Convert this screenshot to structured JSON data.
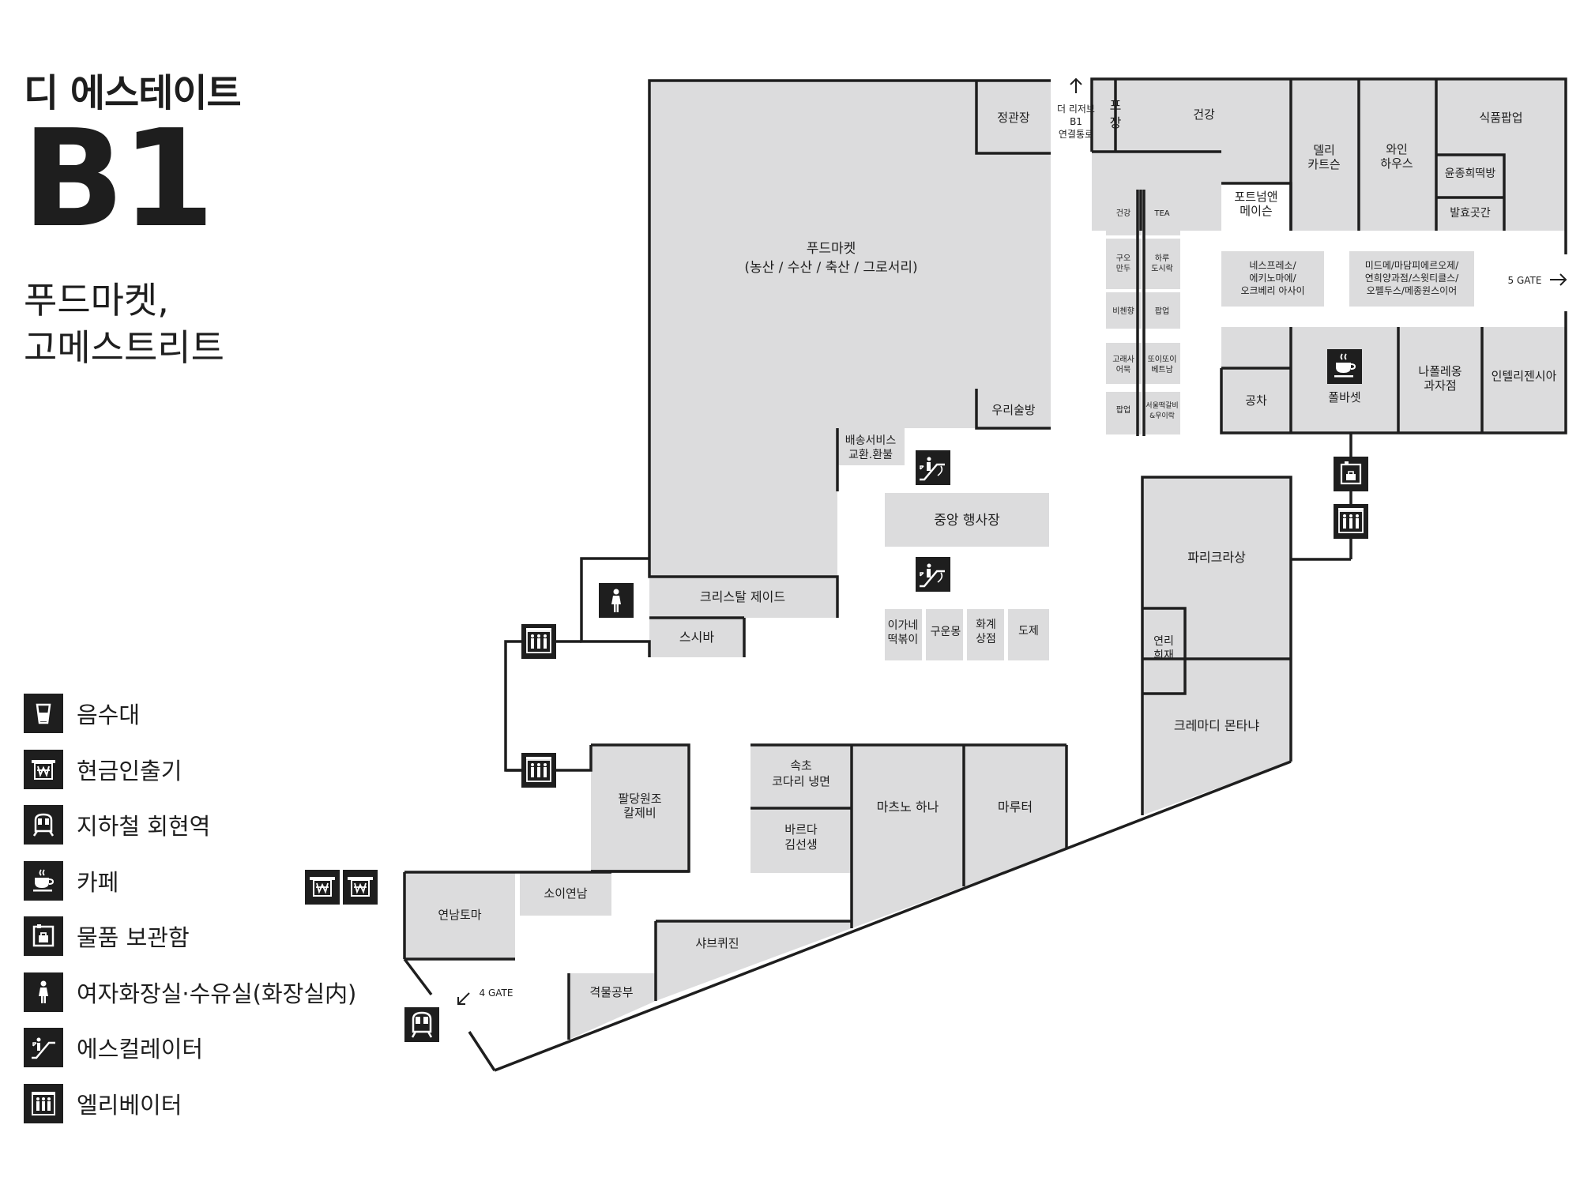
{
  "header": {
    "brand": "디 에스테이트",
    "floor": "B1",
    "subtitle_line1": "푸드마켓,",
    "subtitle_line2": "고메스트리트"
  },
  "legend": [
    {
      "icon": "water-cup-icon",
      "label": "음수대"
    },
    {
      "icon": "atm-icon",
      "label": "현금인출기"
    },
    {
      "icon": "subway-icon",
      "label": "지하철 회현역"
    },
    {
      "icon": "cafe-icon",
      "label": "카페"
    },
    {
      "icon": "locker-icon",
      "label": "물품 보관함"
    },
    {
      "icon": "female-restroom-icon",
      "label": "여자화장실·수유실(화장실内)"
    },
    {
      "icon": "escalator-icon",
      "label": "에스컬레이터"
    },
    {
      "icon": "elevator-icon",
      "label": "엘리베이터"
    }
  ],
  "colors": {
    "room": "#dcdcdd",
    "wall": "#1e1e1e",
    "icon_bg": "#1e1e1e",
    "background": "#ffffff"
  },
  "stores": {
    "jeonggwanjang": "정관장",
    "food_market_1": "푸드마켓",
    "food_market_2": "(농산 / 수산 / 축산 / 그로서리)",
    "woori_sulbang": "우리술방",
    "delivery_1": "배송서비스",
    "delivery_2": "교환.환불",
    "central_event": "중앙 행사장",
    "crystal_jade": "크리스탈 제이드",
    "sushi_bar": "스시바",
    "igane_1": "이가네",
    "igane_2": "떡볶이",
    "guunmong": "구운몽",
    "hwagye_1": "화계",
    "hwagye_2": "상점",
    "doje": "도제",
    "pojang_1": "포",
    "pojang_2": "장",
    "health_top": "건강",
    "deli_1": "델리",
    "deli_2": "카트슨",
    "wine_1": "와인",
    "wine_2": "하우스",
    "food_popup": "식품팝업",
    "yunjong": "윤종희떡방",
    "balhyo": "발효곳간",
    "fortnum_1": "포트넘앤",
    "fortnum_2": "메이슨",
    "k_health": "건강",
    "k_tea": "TEA",
    "k_guo_1": "구오",
    "k_guo_2": "만두",
    "k_haru_1": "하루",
    "k_haru_2": "도시락",
    "k_bichenghyang": "비첸향",
    "k_popup": "팝업",
    "k_gorae_1": "고래사",
    "k_gorae_2": "어묵",
    "k_ttoi_1": "또이또이",
    "k_ttoi_2": "베트남",
    "k_popup2": "팝업",
    "k_seoul_1": "서울떡갈비",
    "k_seoul_2": "&우이락",
    "nespresso_1": "네스프레소/",
    "nespresso_2": "에키노마에/",
    "nespresso_3": "오크베리 아사이",
    "midome_1": "미드메/마담피에르오제/",
    "midome_2": "연희양과점/스윗티클스/",
    "midome_3": "오펠두스/메종원스이어",
    "gongcha": "공차",
    "paul_bassett": "폴바셋",
    "napoleon_1": "나폴레옹",
    "napoleon_2": "과자점",
    "intelligentsia": "인텔리젠시아",
    "paris_croissant": "파리크라상",
    "yeonri_1": "연리",
    "yeonri_2": "희재",
    "cremadi": "크레마디 몬타냐",
    "paldang_1": "팔당원조",
    "paldang_2": "칼제비",
    "sokcho_1": "속초",
    "sokcho_2": "코다리 냉면",
    "bareuda_1": "바르다",
    "bareuda_2": "김선생",
    "matsuno": "마츠노 하나",
    "maruter": "마루터",
    "soi": "소이연남",
    "yeonnam": "연남토마",
    "shabu": "샤브퀴진",
    "gyeokmul": "격물공부"
  },
  "nav": {
    "reserve_1": "더 리저브",
    "reserve_2": "B1",
    "reserve_3": "연결통로",
    "gate5": "5 GATE",
    "gate4": "4 GATE"
  }
}
